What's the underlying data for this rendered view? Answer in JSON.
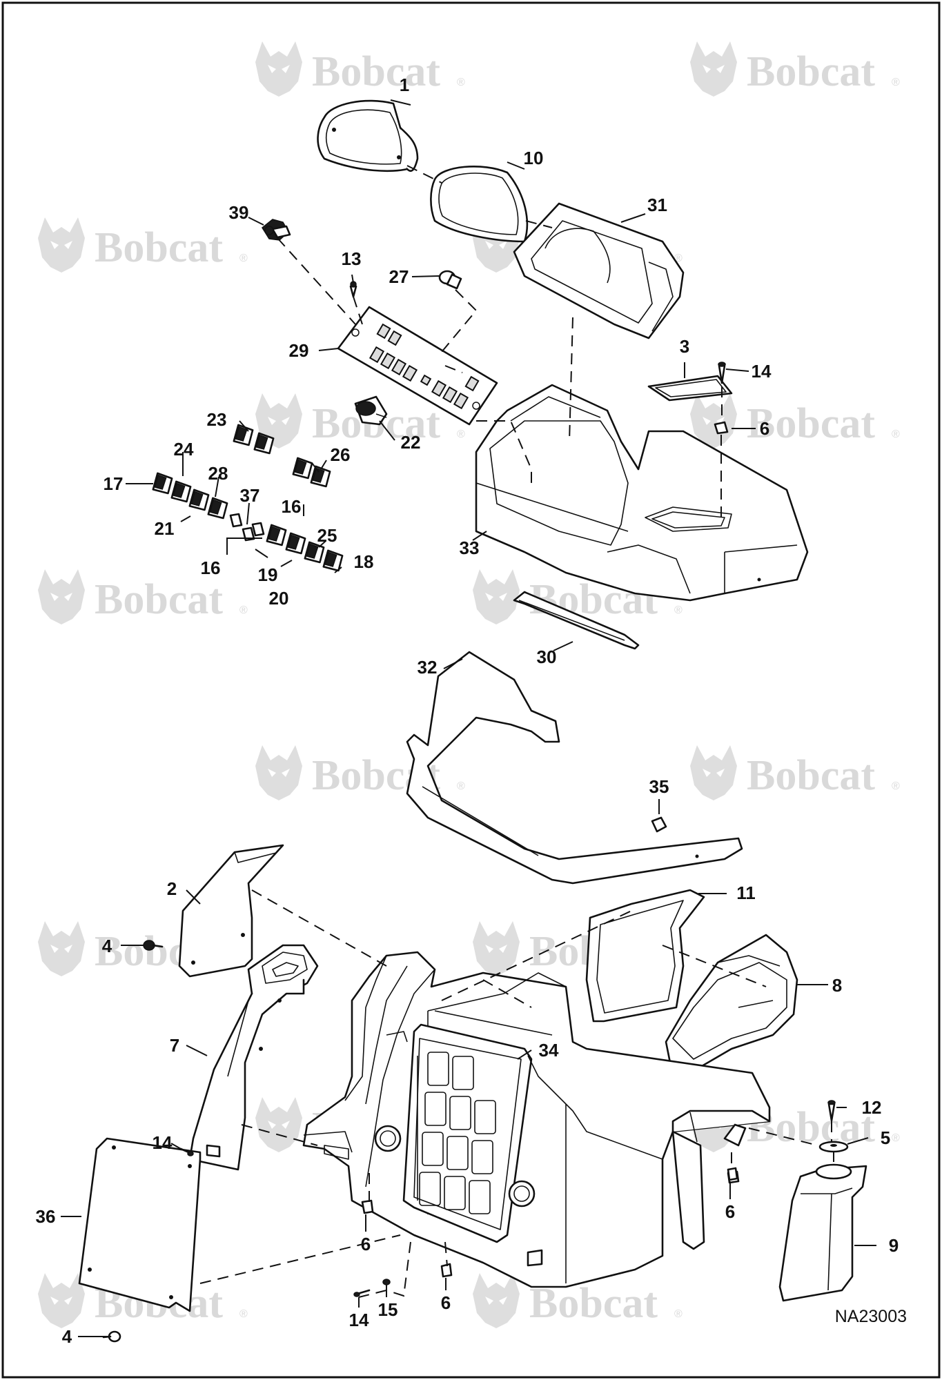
{
  "figure_id": "NA23003",
  "watermark": {
    "text": "Bobcat",
    "mark": "®",
    "icon": "bobcat-logo-icon",
    "color": "#d9d9d9"
  },
  "callouts": [
    {
      "id": "c1",
      "label": "1"
    },
    {
      "id": "c10",
      "label": "10"
    },
    {
      "id": "c31",
      "label": "31"
    },
    {
      "id": "c39",
      "label": "39"
    },
    {
      "id": "c13",
      "label": "13"
    },
    {
      "id": "c27",
      "label": "27"
    },
    {
      "id": "c29",
      "label": "29"
    },
    {
      "id": "c3",
      "label": "3"
    },
    {
      "id": "c14a",
      "label": "14"
    },
    {
      "id": "c6a",
      "label": "6"
    },
    {
      "id": "c23",
      "label": "23"
    },
    {
      "id": "c22",
      "label": "22"
    },
    {
      "id": "c24",
      "label": "24"
    },
    {
      "id": "c26",
      "label": "26"
    },
    {
      "id": "c17",
      "label": "17"
    },
    {
      "id": "c28",
      "label": "28"
    },
    {
      "id": "c37",
      "label": "37"
    },
    {
      "id": "c16a",
      "label": "16"
    },
    {
      "id": "c21",
      "label": "21"
    },
    {
      "id": "c25",
      "label": "25"
    },
    {
      "id": "c18",
      "label": "18"
    },
    {
      "id": "c16b",
      "label": "16"
    },
    {
      "id": "c19",
      "label": "19"
    },
    {
      "id": "c20",
      "label": "20"
    },
    {
      "id": "c33",
      "label": "33"
    },
    {
      "id": "c30",
      "label": "30"
    },
    {
      "id": "c32",
      "label": "32"
    },
    {
      "id": "c35",
      "label": "35"
    },
    {
      "id": "c2",
      "label": "2"
    },
    {
      "id": "c11",
      "label": "11"
    },
    {
      "id": "c4a",
      "label": "4"
    },
    {
      "id": "c8",
      "label": "8"
    },
    {
      "id": "c7",
      "label": "7"
    },
    {
      "id": "c34",
      "label": "34"
    },
    {
      "id": "c12",
      "label": "12"
    },
    {
      "id": "c5",
      "label": "5"
    },
    {
      "id": "c14b",
      "label": "14"
    },
    {
      "id": "c36",
      "label": "36"
    },
    {
      "id": "c6b",
      "label": "6"
    },
    {
      "id": "c6c",
      "label": "6"
    },
    {
      "id": "c9",
      "label": "9"
    },
    {
      "id": "c6d",
      "label": "6"
    },
    {
      "id": "c14c",
      "label": "14"
    },
    {
      "id": "c15",
      "label": "15"
    },
    {
      "id": "c4b",
      "label": "4"
    }
  ]
}
